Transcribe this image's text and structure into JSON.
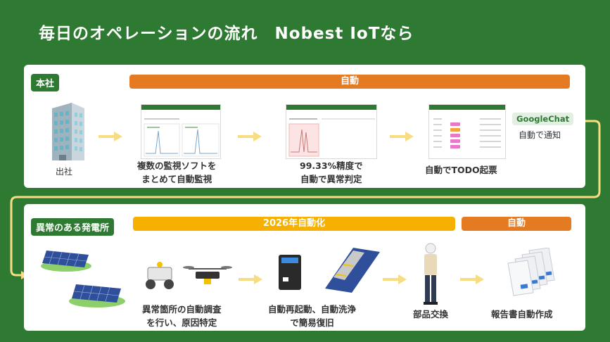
{
  "title": {
    "main": "毎日のオペレーションの流れ",
    "brand": "Nobest IoTなら"
  },
  "top": {
    "tag": "本社",
    "bar": "自動",
    "office_label": "出社",
    "step1": {
      "line1": "複数の監視ソフトを",
      "line2": "まとめて自動監視"
    },
    "step2": {
      "line1": "99.33%精度で",
      "line2": "自動で異常判定"
    },
    "step3": {
      "line1": "自動でTODO起票"
    },
    "notify": {
      "badge": "GoogleChat",
      "text": "自動で通知"
    }
  },
  "bottom": {
    "tag": "異常のある発電所",
    "bar_plan": "2026年自動化",
    "bar_auto": "自動",
    "step1": {
      "line1": "異常箇所の自動調査",
      "line2": "を行い、原因特定"
    },
    "step2": {
      "line1": "自動再起動、自動洗浄",
      "line2": "で簡易復旧"
    },
    "step3": {
      "line1": "部品交換"
    },
    "step4": {
      "line1": "報告書自動作成"
    }
  },
  "colors": {
    "green": "#2f7a32",
    "orange": "#e47a22",
    "yellow": "#f5b000",
    "arrow": "#f7dc82"
  }
}
